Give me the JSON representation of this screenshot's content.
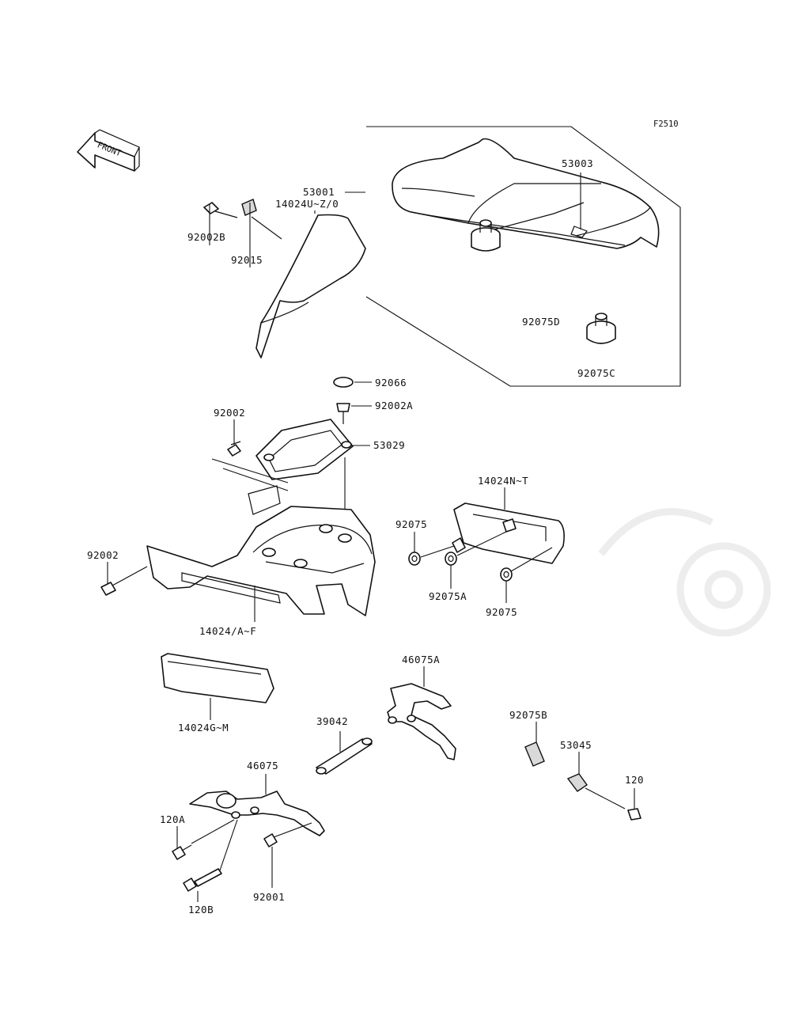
{
  "figure_code": "F2510",
  "front_indicator": "FRONT",
  "watermark_text": "",
  "parts": [
    {
      "id": "p53001",
      "label": "53001"
    },
    {
      "id": "p53003",
      "label": "53003"
    },
    {
      "id": "p92075D",
      "label": "92075D"
    },
    {
      "id": "p92075C",
      "label": "92075C"
    },
    {
      "id": "p92002B",
      "label": "92002B"
    },
    {
      "id": "p92015",
      "label": "92015"
    },
    {
      "id": "p14024UZ0",
      "label": "14024U~Z/0"
    },
    {
      "id": "p92066",
      "label": "92066"
    },
    {
      "id": "p92002A",
      "label": "92002A"
    },
    {
      "id": "p92002top",
      "label": "92002"
    },
    {
      "id": "p53029",
      "label": "53029"
    },
    {
      "id": "p14024NT",
      "label": "14024N~T"
    },
    {
      "id": "p92075",
      "label": "92075"
    },
    {
      "id": "p92075A",
      "label": "92075A"
    },
    {
      "id": "p92075b2",
      "label": "92075"
    },
    {
      "id": "p92002left",
      "label": "92002"
    },
    {
      "id": "p14024AF",
      "label": "14024/A~F"
    },
    {
      "id": "p14024GM",
      "label": "14024G~M"
    },
    {
      "id": "p46075A",
      "label": "46075A"
    },
    {
      "id": "p39042",
      "label": "39042"
    },
    {
      "id": "p92075B",
      "label": "92075B"
    },
    {
      "id": "p53045",
      "label": "53045"
    },
    {
      "id": "p46075",
      "label": "46075"
    },
    {
      "id": "p120",
      "label": "120"
    },
    {
      "id": "p120A",
      "label": "120A"
    },
    {
      "id": "p120B",
      "label": "120B"
    },
    {
      "id": "p92001",
      "label": "92001"
    }
  ]
}
